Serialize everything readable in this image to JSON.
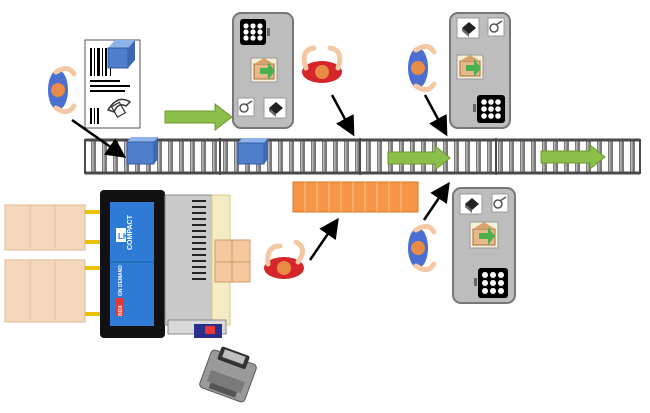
{
  "machine": {
    "brand_word": "COMPACT",
    "brand_letters": "LK",
    "side_label_accent": "BOX",
    "side_label_rest": "ON DEMAND"
  },
  "colors": {
    "conveyor_roller": "#6f6f6f",
    "conveyor_frame": "#4a4a4a",
    "package_box": "#4f7fc9",
    "flow_arrow": "#8cbf4a",
    "buffer_row": "#f79646",
    "station_panel": "#bdbdbd",
    "operator_shirt_blue": "#4a6fd1",
    "operator_shirt_red": "#d7262b",
    "machine_screen": "#2e7bd6",
    "cardboard": "#e7b98a"
  }
}
